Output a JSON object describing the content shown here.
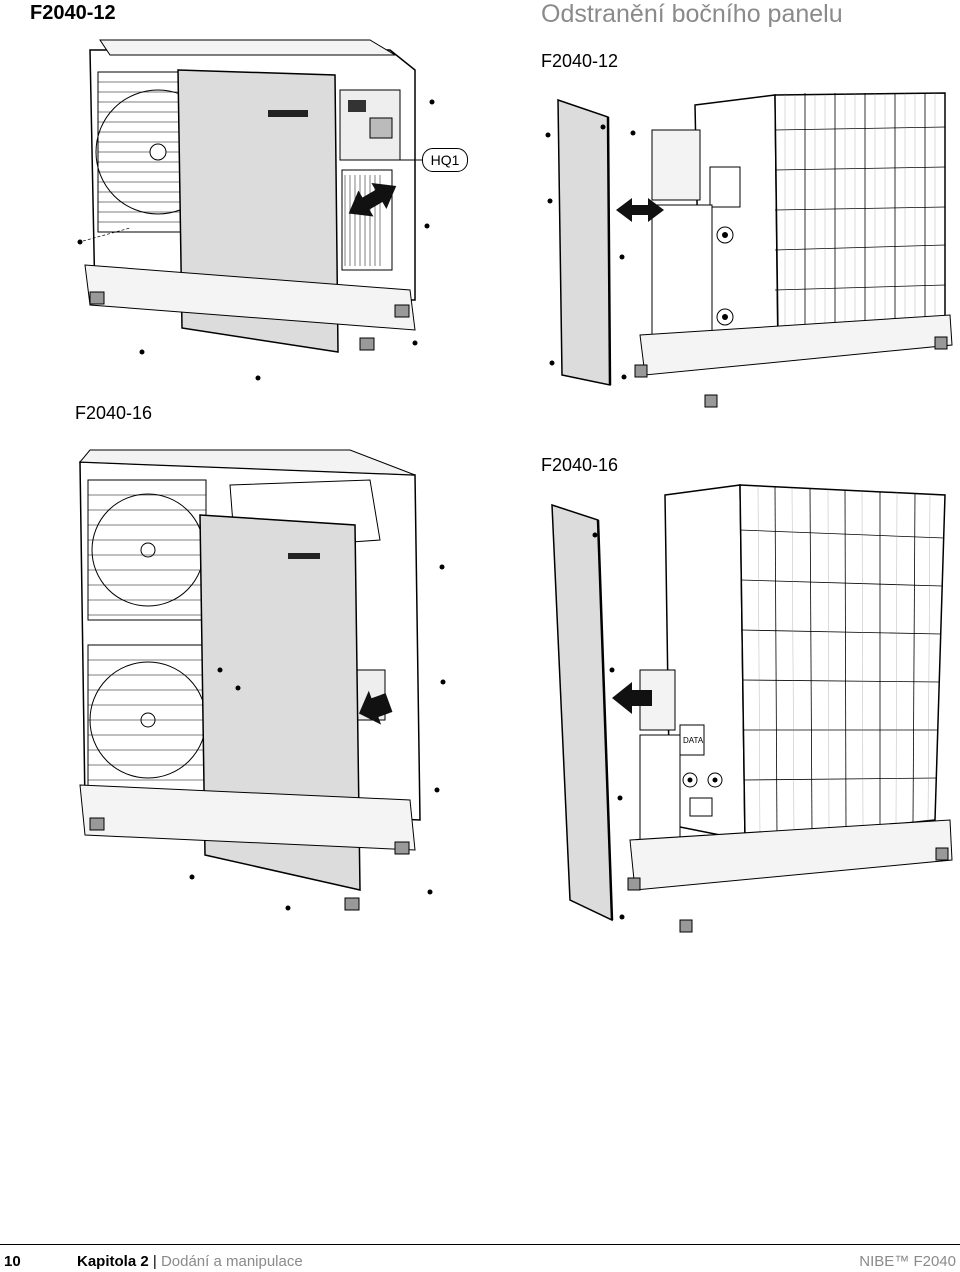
{
  "header": {
    "model_top_left": "F2040-12",
    "page_title": "Odstranění bočního panelu",
    "model_top_right": "F2040-12"
  },
  "figures": {
    "fig1_callout": "HQ1",
    "model_bottom_left": "F2040-16",
    "model_bottom_right": "F2040-16",
    "data_plate_text": "DATA"
  },
  "footer": {
    "page_number": "10",
    "chapter": "Kapitola 2",
    "separator": "|",
    "section": "Dodání a manipulace",
    "brand": "NIBE™ F2040"
  },
  "colors": {
    "title_gray": "#8a8a8a",
    "line": "#000000",
    "panel_fill": "#dcdcdc",
    "dark_fill": "#333333"
  }
}
